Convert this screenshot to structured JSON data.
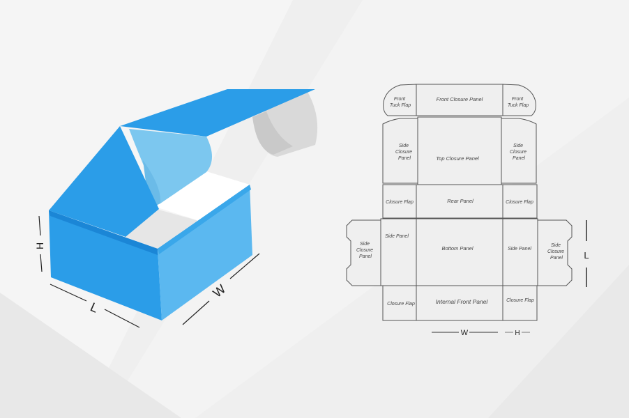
{
  "box_3d": {
    "dimension_labels": {
      "height": "H",
      "length": "L",
      "width": "W"
    }
  },
  "dieline": {
    "panels": {
      "front_tuck_flap_left": [
        "Front",
        "Tuck Flap"
      ],
      "front_closure_panel": [
        "Front Closure Panel"
      ],
      "front_tuck_flap_right": [
        "Front",
        "Tuck Flap"
      ],
      "side_closure_panel_top_left": [
        "Side",
        "Closure",
        "Panel"
      ],
      "top_closure_panel": [
        "Top Closure Panel"
      ],
      "side_closure_panel_top_right": [
        "Side",
        "Closure",
        "Panel"
      ],
      "closure_flap_rear_left": [
        "Closure Flap"
      ],
      "rear_panel": [
        "Rear Panel"
      ],
      "closure_flap_rear_right": [
        "Closure Flap"
      ],
      "side_closure_panel_left": [
        "Side",
        "Closure",
        "Panel"
      ],
      "side_panel_left": [
        "Side Panel"
      ],
      "bottom_panel": [
        "Bottom Panel"
      ],
      "side_panel_right": [
        "Side Panel"
      ],
      "side_closure_panel_right": [
        "Side",
        "Closure",
        "Panel"
      ],
      "closure_flap_front_left": [
        "Closure Flap"
      ],
      "internal_front_panel": [
        "Internal Front Panel"
      ],
      "closure_flap_front_right": [
        "Closure Flap"
      ]
    },
    "dimension_labels": {
      "length": "L",
      "width": "W",
      "height": "H"
    }
  },
  "colors": {
    "box_blue": "#2b9de8",
    "box_blue_dark": "#1b86d6",
    "box_blue_light": "#5bb8f0",
    "panel_fill": "#efefef",
    "line": "#555555",
    "background": "#f0f0f0"
  }
}
